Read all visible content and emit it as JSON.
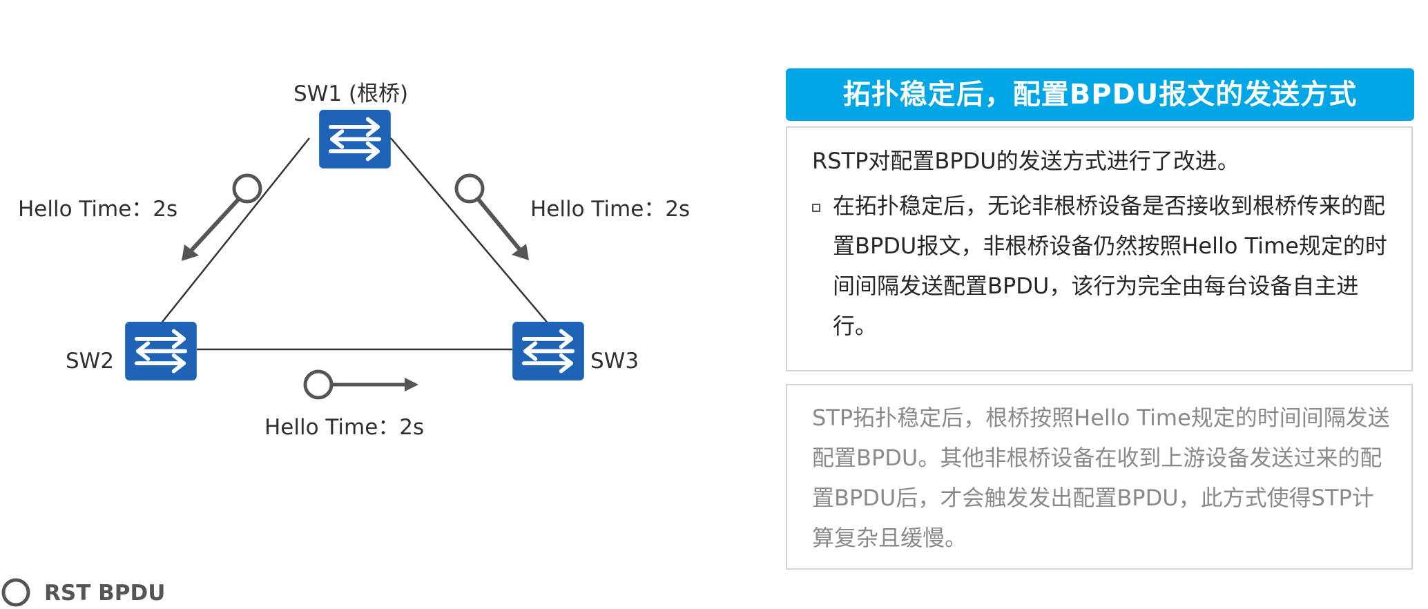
{
  "diagram": {
    "sw1_label": "SW1 (根桥)",
    "sw2_label": "SW2",
    "sw3_label": "SW3",
    "hello_left": "Hello Time：2s",
    "hello_right": "Hello Time：2s",
    "hello_bottom": "Hello Time：2s",
    "switch_icon": "switch-icon",
    "switch_color": "#1e63b5"
  },
  "legend": {
    "label": "RST BPDU",
    "icon": "circle-icon"
  },
  "panel": {
    "title": "拓扑稳定后，配置BPDU报文的发送方式",
    "title_color": "#00a6e6",
    "intro": "RSTP对配置BPDU的发送方式进行了改进。",
    "bullet": "在拓扑稳定后，无论非根桥设备是否接收到根桥传来的配置BPDU报文，非根桥设备仍然按照Hello Time规定的时间间隔发送配置BPDU，该行为完全由每台设备自主进行。",
    "stp_note": "STP拓扑稳定后，根桥按照Hello Time规定的时间间隔发送配置BPDU。其他非根桥设备在收到上游设备发送过来的配置BPDU后，才会触发发出配置BPDU，此方式使得STP计算复杂且缓慢。"
  }
}
